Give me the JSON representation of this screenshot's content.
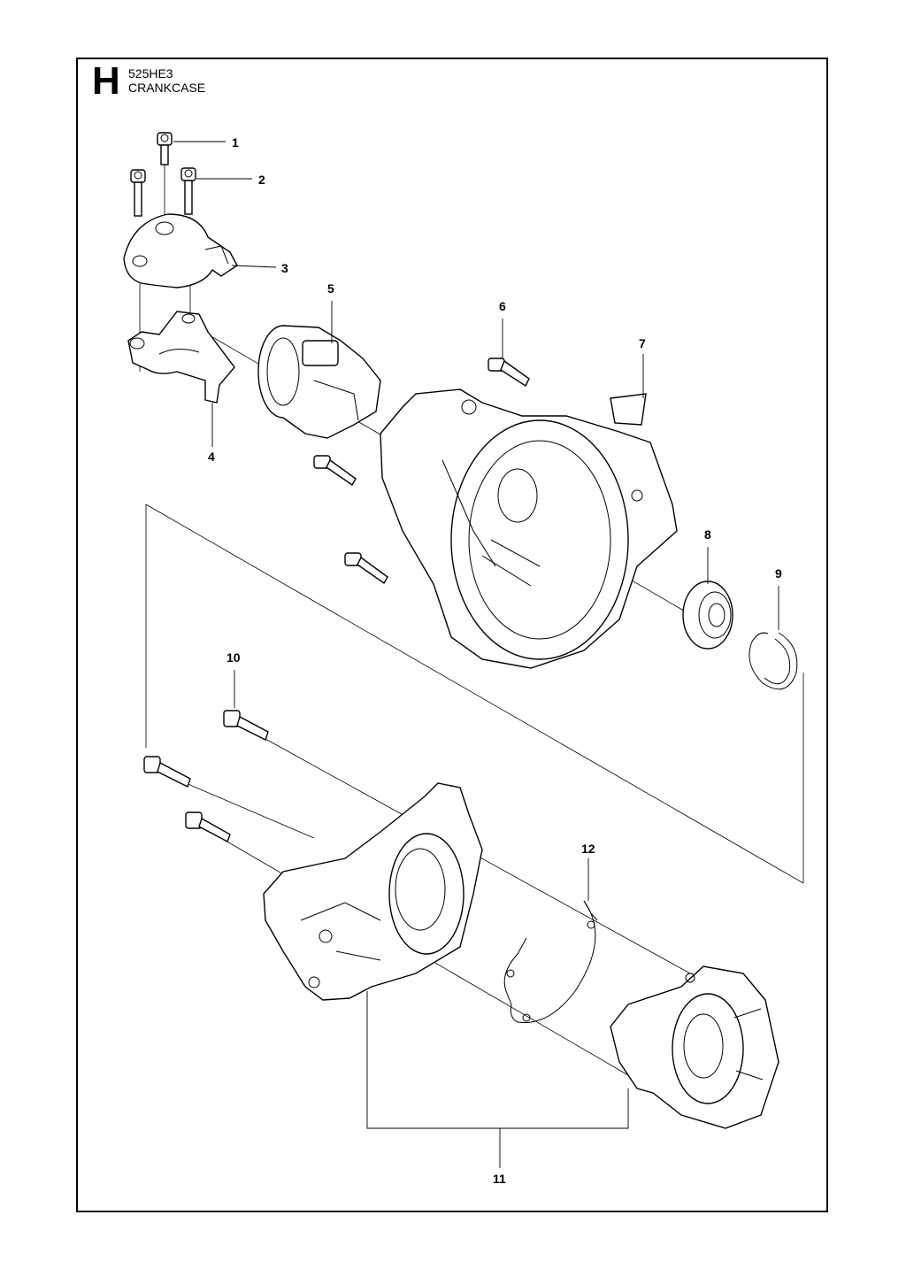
{
  "header": {
    "section_letter": "H",
    "model": "525HE3",
    "title": "CRANKCASE"
  },
  "callouts": [
    "1",
    "2",
    "3",
    "4",
    "5",
    "6",
    "7",
    "8",
    "9",
    "10",
    "11",
    "12"
  ]
}
